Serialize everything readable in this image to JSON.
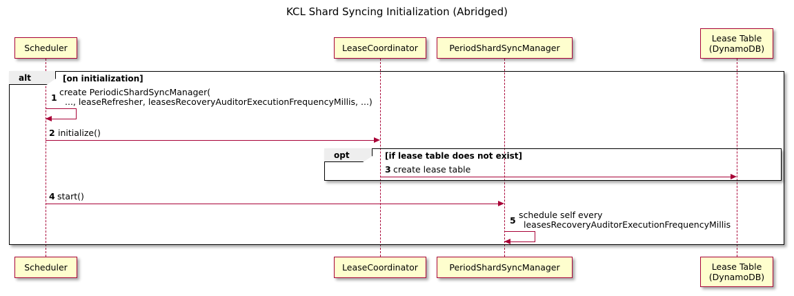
{
  "title": "KCL Shard Syncing Initialization (Abridged)",
  "participants": [
    {
      "id": "scheduler",
      "label": "Scheduler",
      "lines": [
        "Scheduler"
      ]
    },
    {
      "id": "lease-coordinator",
      "label": "LeaseCoordinator",
      "lines": [
        "LeaseCoordinator"
      ]
    },
    {
      "id": "period-shard-sync-manager",
      "label": "PeriodShardSyncManager",
      "lines": [
        "PeriodShardSyncManager"
      ]
    },
    {
      "id": "lease-table",
      "label": "Lease Table (DynamoDB)",
      "lines": [
        "Lease Table",
        "(DynamoDB)"
      ]
    }
  ],
  "frames": [
    {
      "id": "alt-frame",
      "type": "alt",
      "tab_label": "alt",
      "condition": "[on initialization]"
    },
    {
      "id": "opt-frame",
      "type": "opt",
      "tab_label": "opt",
      "condition": "[if lease table does not exist]"
    }
  ],
  "messages": [
    {
      "number": "1",
      "from": "scheduler",
      "to": "scheduler",
      "self": true,
      "lines": [
        "create PeriodicShardSyncManager(",
        "..., leaseRefresher, leasesRecoveryAuditorExecutionFrequencyMillis, ...)"
      ]
    },
    {
      "number": "2",
      "from": "scheduler",
      "to": "lease-coordinator",
      "self": false,
      "lines": [
        "initialize()"
      ]
    },
    {
      "number": "3",
      "from": "lease-coordinator",
      "to": "lease-table",
      "self": false,
      "lines": [
        "create lease table"
      ]
    },
    {
      "number": "4",
      "from": "scheduler",
      "to": "period-shard-sync-manager",
      "self": false,
      "lines": [
        "start()"
      ]
    },
    {
      "number": "5",
      "from": "period-shard-sync-manager",
      "to": "period-shard-sync-manager",
      "self": true,
      "lines": [
        "schedule self every",
        "leasesRecoveryAuditorExecutionFrequencyMillis"
      ]
    }
  ],
  "colors": {
    "participant_fill": "#FEFECE",
    "participant_border": "#A80036",
    "arrow": "#A80036",
    "frame_border": "#000000",
    "frame_tab_fill": "#EEEEEE",
    "background": "#FFFFFF",
    "text": "#000000"
  }
}
